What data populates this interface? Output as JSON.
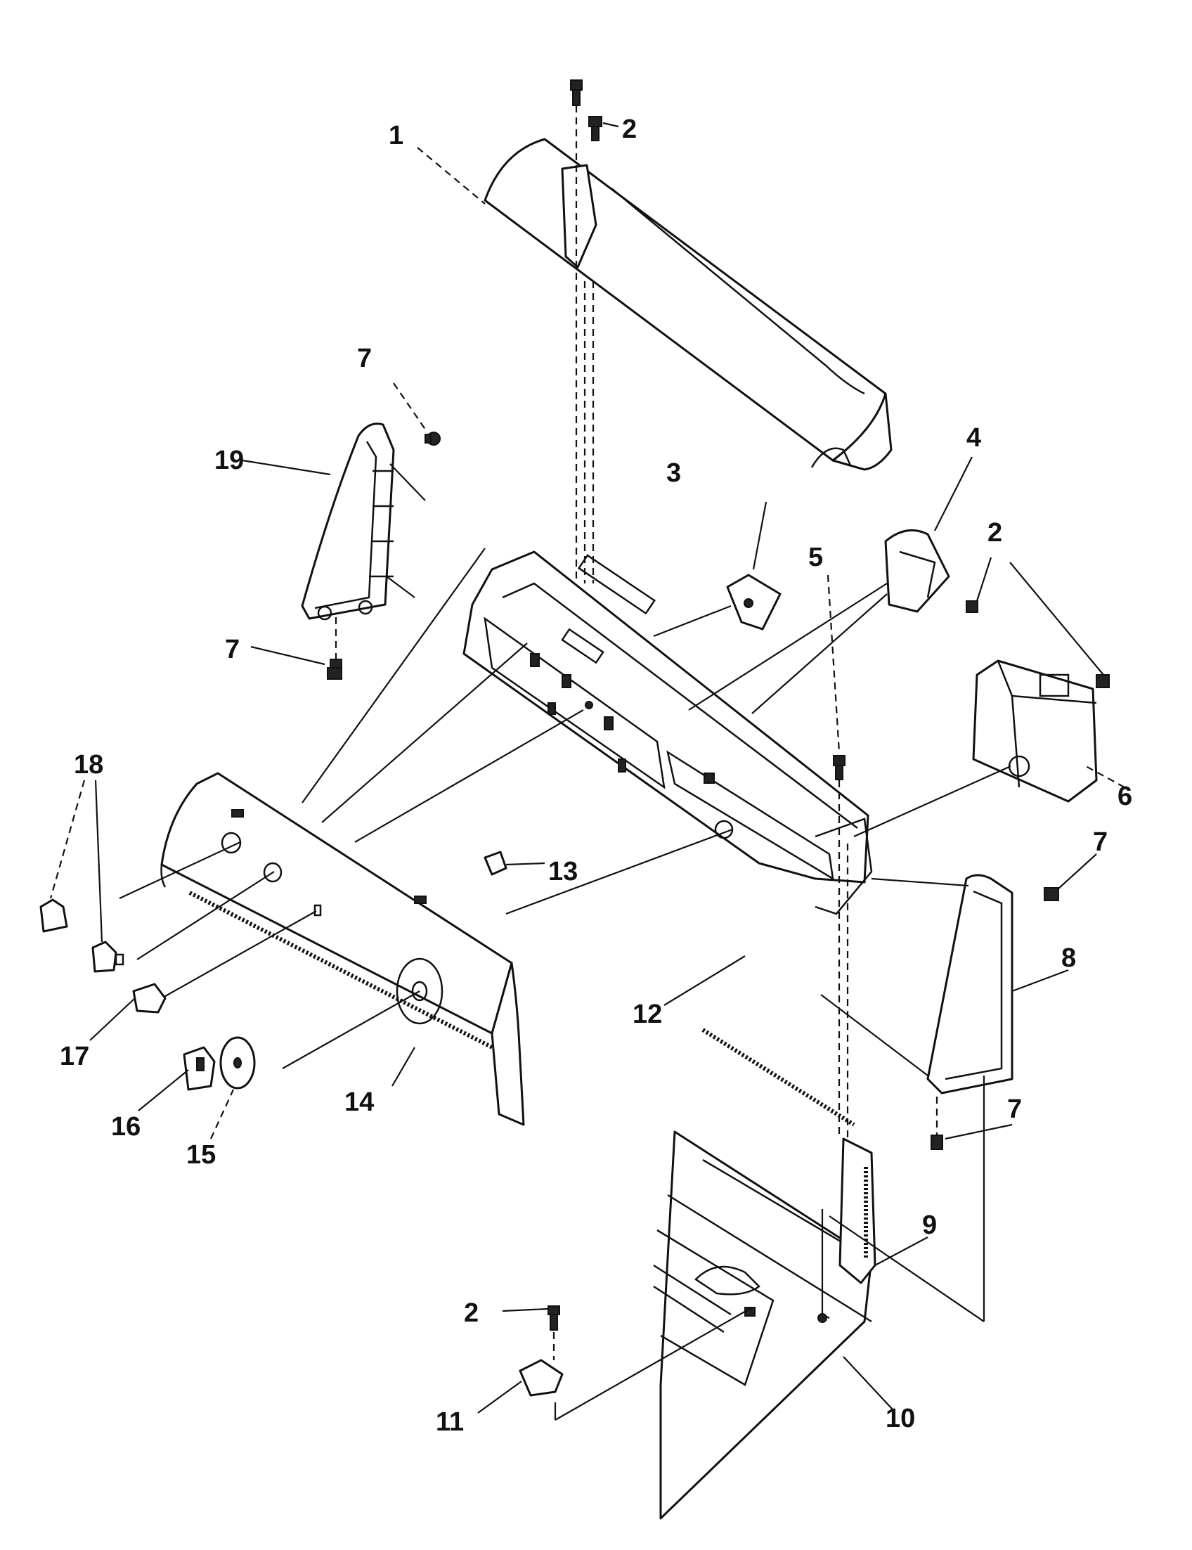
{
  "callouts": {
    "c1": "1",
    "c2a": "2",
    "c2b": "2",
    "c2c": "2",
    "c3": "3",
    "c4": "4",
    "c5": "5",
    "c6": "6",
    "c7a": "7",
    "c7b": "7",
    "c7c": "7",
    "c7d": "7",
    "c8": "8",
    "c9": "9",
    "c10": "10",
    "c11": "11",
    "c12": "12",
    "c13": "13",
    "c14": "14",
    "c15": "15",
    "c16": "16",
    "c17": "17",
    "c18": "18",
    "c19": "19"
  }
}
